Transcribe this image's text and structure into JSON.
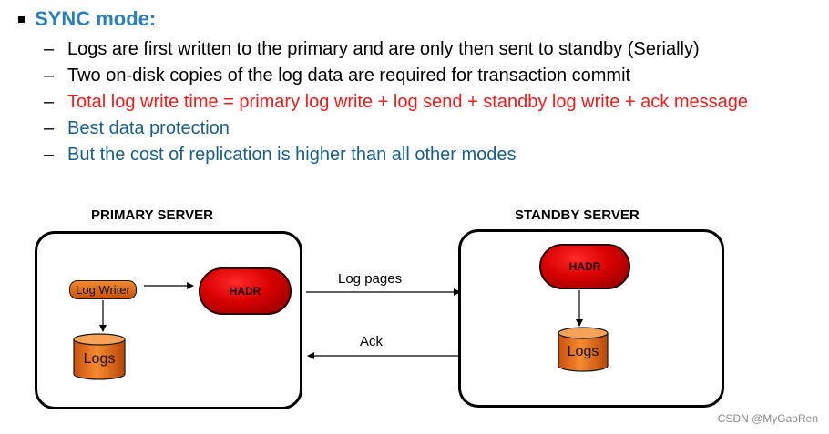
{
  "title": "SYNC mode:",
  "bullets": [
    {
      "text": "Logs are first written to the primary and are only then sent to standby (Serially)",
      "color": "#000000"
    },
    {
      "text": "Two on-disk copies of the log data are required for transaction commit",
      "color": "#000000"
    },
    {
      "text": "Total log write time = primary log write + log send + standby log write + ack message",
      "color": "#ee1c1c"
    },
    {
      "text": "Best data protection",
      "color": "#1b5e87"
    },
    {
      "text": "But the cost of replication is higher than all other modes",
      "color": "#1b5e87"
    }
  ],
  "bullet_marker": "–",
  "diagram": {
    "primary": {
      "title": "PRIMARY SERVER",
      "log_writer": "Log Writer",
      "hadr": "HADR",
      "logs": "Logs"
    },
    "standby": {
      "title": "STANDBY SERVER",
      "hadr": "HADR",
      "logs": "Logs"
    },
    "links": {
      "log_pages": "Log pages",
      "ack": "Ack"
    }
  },
  "watermark": "CSDN @MyGaoRen",
  "colors": {
    "title": "#2a7fb8",
    "hadr_red": "#d90000",
    "logs_orange": "#e0661a"
  }
}
